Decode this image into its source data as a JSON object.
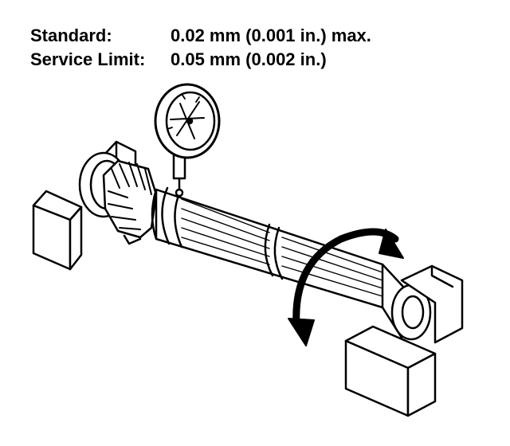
{
  "specs": [
    {
      "label": "Standard:",
      "value": "0.02 mm (0.001 in.) max."
    },
    {
      "label": "Service Limit:",
      "value": "0.05 mm (0.002 in.)"
    }
  ],
  "colors": {
    "ink": "#000000",
    "paper": "#ffffff"
  },
  "icons": {
    "rotation": "curved-double-arrow-icon",
    "gauge": "dial-indicator-icon"
  }
}
